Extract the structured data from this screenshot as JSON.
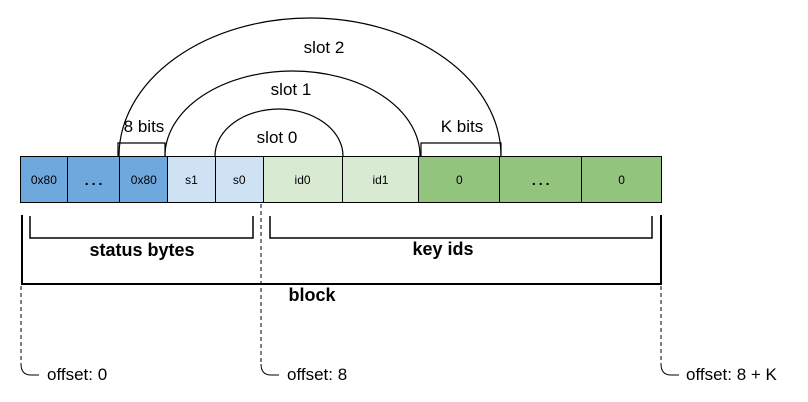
{
  "diagram": {
    "title_none": "",
    "slots": {
      "slot0": "slot 0",
      "slot1": "slot 1",
      "slot2": "slot 2"
    },
    "bit_widths": {
      "status_byte": "8 bits",
      "key_id": "K bits"
    },
    "cells": [
      {
        "label": "0x80",
        "fill": "#6fa8dc",
        "kind": "status-byte"
      },
      {
        "label": "...",
        "fill": "#6fa8dc",
        "kind": "status-byte-ellipsis"
      },
      {
        "label": "0x80",
        "fill": "#6fa8dc",
        "kind": "status-byte"
      },
      {
        "label": "s1",
        "fill": "#cfe2f3",
        "kind": "slot-status"
      },
      {
        "label": "s0",
        "fill": "#cfe2f3",
        "kind": "slot-status"
      },
      {
        "label": "id0",
        "fill": "#d9ead3",
        "kind": "key-id"
      },
      {
        "label": "id1",
        "fill": "#d9ead3",
        "kind": "key-id"
      },
      {
        "label": "0",
        "fill": "#93c47d",
        "kind": "key-id-zero"
      },
      {
        "label": "...",
        "fill": "#93c47d",
        "kind": "key-id-ellipsis"
      },
      {
        "label": "0",
        "fill": "#93c47d",
        "kind": "key-id-zero"
      }
    ],
    "groups": {
      "status_bytes": "status bytes",
      "key_ids": "key ids",
      "block": "block"
    },
    "offsets": {
      "start": "offset: 0",
      "key_ids_start": "offset: 8",
      "end": "offset: 8 + K"
    },
    "colors": {
      "status_byte_fill": "#6fa8dc",
      "slot_status_fill": "#cfe2f3",
      "key_id_fill": "#d9ead3",
      "key_id_zero_fill": "#93c47d",
      "line": "#000000",
      "background": "#ffffff"
    }
  }
}
